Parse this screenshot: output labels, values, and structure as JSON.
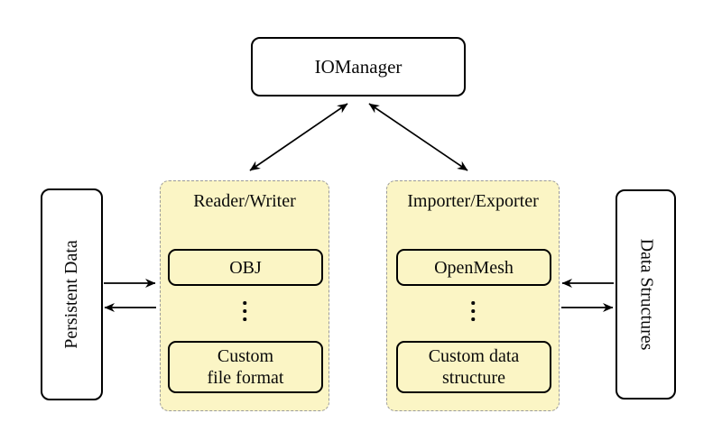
{
  "nodes": {
    "iomanager": "IOManager",
    "persistent_data": "Persistent Data",
    "data_structures": "Data Structures"
  },
  "groups": {
    "reader_writer": {
      "title": "Reader/Writer",
      "items": [
        "OBJ",
        "Custom\nfile format"
      ],
      "dots_icon": "vdots-icon"
    },
    "importer_exporter": {
      "title": "Importer/Exporter",
      "items": [
        "OpenMesh",
        "Custom data\nstructure"
      ],
      "dots_icon": "vdots-icon"
    }
  },
  "arrows": [
    {
      "from": "iomanager",
      "to": "reader_writer",
      "direction": "both"
    },
    {
      "from": "iomanager",
      "to": "importer_exporter",
      "direction": "both"
    },
    {
      "from": "persistent_data",
      "to": "reader_writer",
      "direction": "forward"
    },
    {
      "from": "reader_writer",
      "to": "persistent_data",
      "direction": "forward"
    },
    {
      "from": "data_structures",
      "to": "importer_exporter",
      "direction": "forward"
    },
    {
      "from": "importer_exporter",
      "to": "data_structures",
      "direction": "forward"
    }
  ],
  "colors": {
    "background": "#ffffff",
    "group_fill": "#fbf5c5",
    "group_border": "#9a9a9a",
    "node_border": "#000000",
    "arrow": "#000000"
  }
}
